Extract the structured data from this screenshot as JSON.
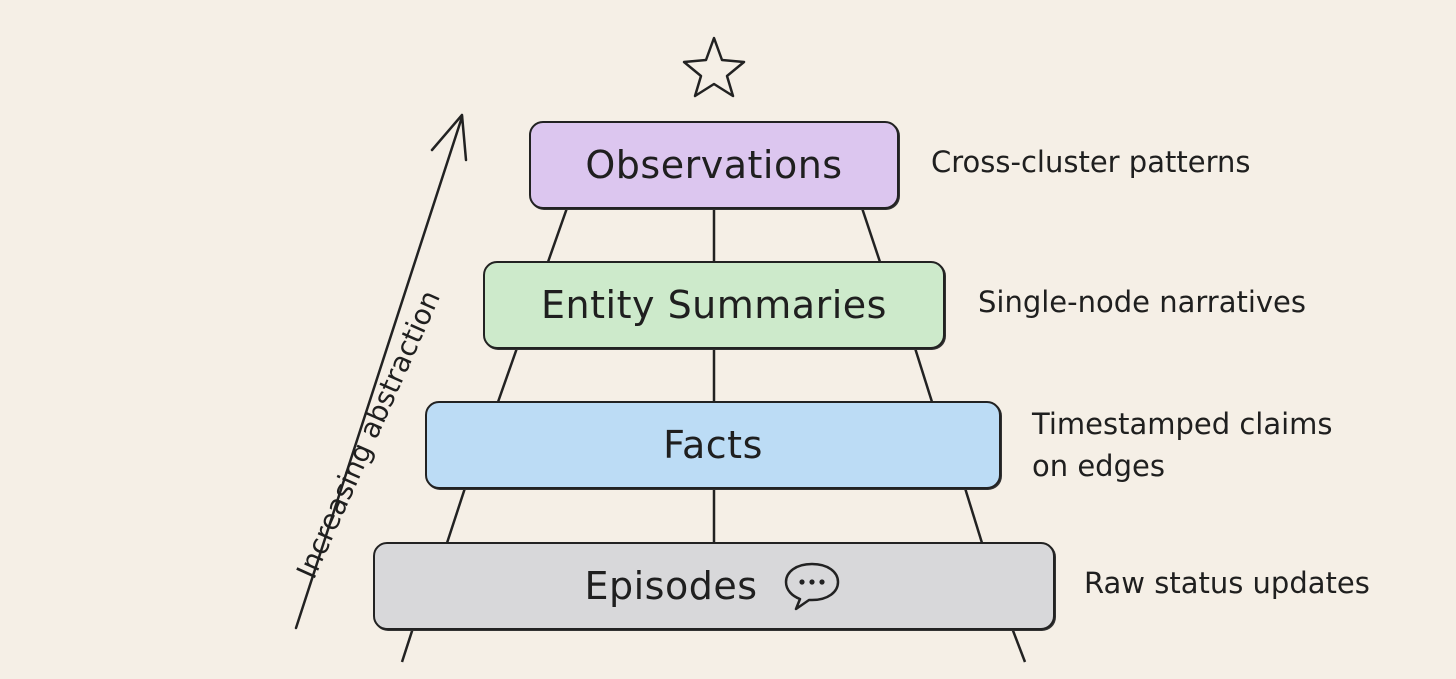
{
  "axis": {
    "label": "Increasing abstraction"
  },
  "tiers": [
    {
      "label": "Observations",
      "description": "Cross-cluster patterns",
      "color": "#dcc6ef"
    },
    {
      "label": "Entity Summaries",
      "description": "Single-node narratives",
      "color": "#cdeacb"
    },
    {
      "label": "Facts",
      "description_lines": [
        "Timestamped claims",
        "on edges"
      ],
      "color": "#bcdcf5"
    },
    {
      "label": "Episodes",
      "description": "Raw status updates",
      "color": "#d8d8da"
    }
  ],
  "icons": {
    "top": "star-icon",
    "episodes": "speech-bubble-icon"
  }
}
